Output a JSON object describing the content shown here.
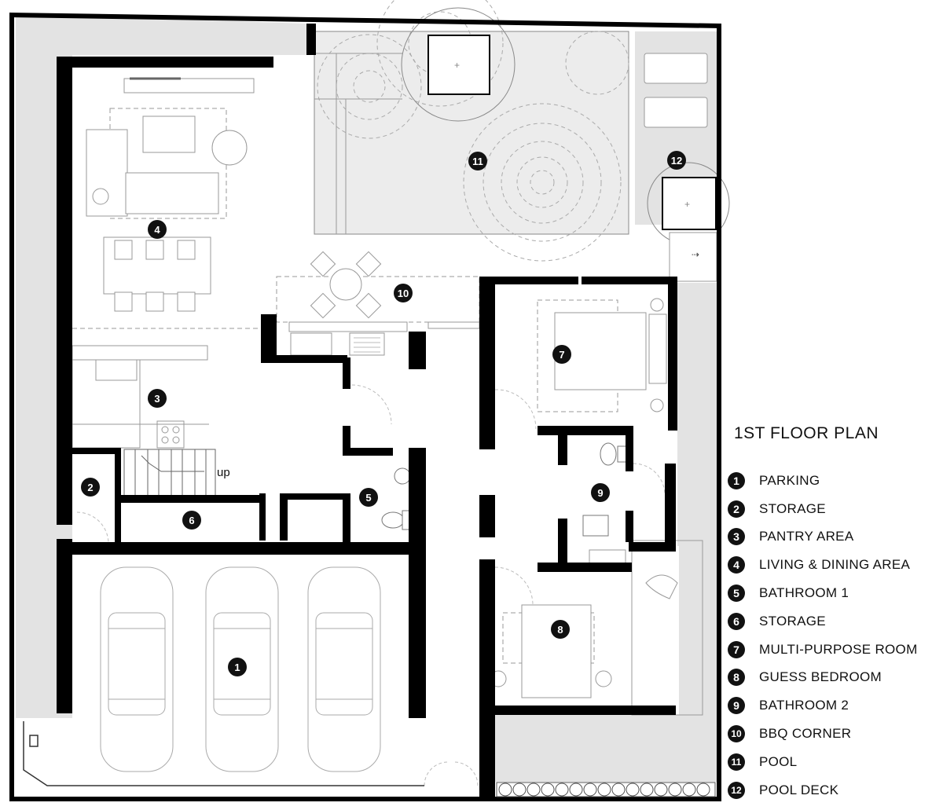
{
  "plan": {
    "title": "1ST FLOOR PLAN",
    "stair_label": "up"
  },
  "rooms": [
    {
      "num": "1",
      "label": "PARKING"
    },
    {
      "num": "2",
      "label": "STORAGE"
    },
    {
      "num": "3",
      "label": "PANTRY AREA"
    },
    {
      "num": "4",
      "label": "LIVING & DINING AREA"
    },
    {
      "num": "5",
      "label": "BATHROOM 1"
    },
    {
      "num": "6",
      "label": "STORAGE"
    },
    {
      "num": "7",
      "label": "MULTI-PURPOSE ROOM"
    },
    {
      "num": "8",
      "label": "GUESS BEDROOM"
    },
    {
      "num": "9",
      "label": "BATHROOM 2"
    },
    {
      "num": "10",
      "label": "BBQ CORNER"
    },
    {
      "num": "11",
      "label": "POOL"
    },
    {
      "num": "12",
      "label": "POOL DECK"
    }
  ],
  "colors": {
    "wall": "#000000",
    "landscape": "#e3e3e3",
    "pool": "#ececec",
    "furniture": "#9a9a9a"
  }
}
